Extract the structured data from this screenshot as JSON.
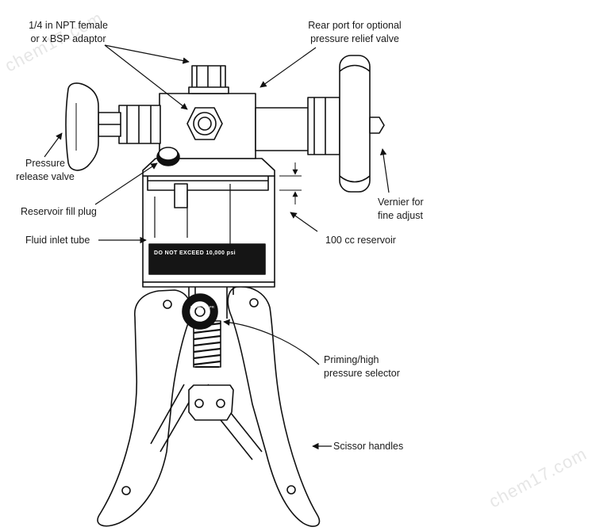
{
  "labels": {
    "npt_adaptor": [
      "1/4 in NPT female",
      "or x BSP adaptor"
    ],
    "rear_port": [
      "Rear port for optional",
      "pressure relief valve"
    ],
    "pressure_release": [
      "Pressure",
      "release valve"
    ],
    "reservoir_fill": "Reservoir fill plug",
    "fluid_inlet": "Fluid inlet tube",
    "vernier": [
      "Vernier for",
      "fine adjust"
    ],
    "reservoir": "100 cc reservoir",
    "selector": [
      "Priming/high",
      "pressure selector"
    ],
    "scissor": "Scissor handles"
  },
  "plate_text": "DO NOT EXCEED  10,000 psi",
  "knob_text": "PR ME / HI PR",
  "watermark": "chem17.com",
  "colors": {
    "line": "#111111",
    "plate": "#151515",
    "plate_text": "#ffffff",
    "watermark": "#e6e6e6"
  }
}
